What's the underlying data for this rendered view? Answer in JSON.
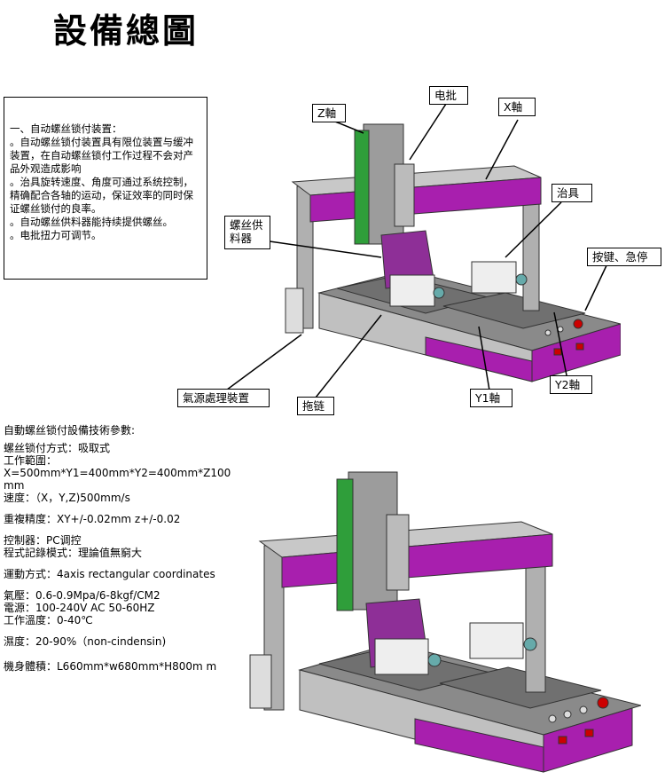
{
  "title": "設備總圖",
  "description": {
    "heading": "一、自动螺丝锁付装置：",
    "lines": [
      "。自动螺丝锁付装置具有限位装置与缓冲装置，在自动螺丝锁付工作过程不会对产品外观造成影响",
      "。治具旋转速度、角度可通过系统控制，精确配合各轴的运动，保证效率的同时保证螺丝锁付的良率。",
      "。自动螺丝供料器能持续提供螺丝。",
      "。电批扭力可调节。"
    ]
  },
  "labels": {
    "z_axis": "Z軸",
    "screwdriver": "电批",
    "x_axis": "X軸",
    "fixture": "治具",
    "feeder": "螺丝供料器",
    "buttons": "按键、急停",
    "air": "氣源處理裝置",
    "drag_chain": "拖链",
    "y1_axis": "Y1軸",
    "y2_axis": "Y2軸"
  },
  "specs": {
    "heading": "自動螺丝锁付設備技術參數:",
    "lines": [
      "螺丝锁付方式：吸取式",
      "工作範圍：",
      "X=500mm*Y1=400mm*Y2=400mm*Z100mm",
      "速度：（X，Y,Z)500mm/s",
      "重複精度：XY+/-0.02mm z+/-0.02",
      "控制器：PC调控",
      "程式記錄模式：理論值無窮大",
      "運動方式：4axis rectangular coordinates",
      "氣壓：0.6-0.9Mpa/6-8kgf/CM2",
      "電源：100-240V AC 50-60HZ",
      "工作溫度：0-40℃",
      "濕度：20-90%（non-cindensin)",
      "機身體積：L660mm*w680mm*H800m m"
    ]
  },
  "colors": {
    "frame": "#b9b9b9",
    "purple": "#9b1fa0",
    "green": "#2f9e3a",
    "dark": "#3a3a3a"
  }
}
